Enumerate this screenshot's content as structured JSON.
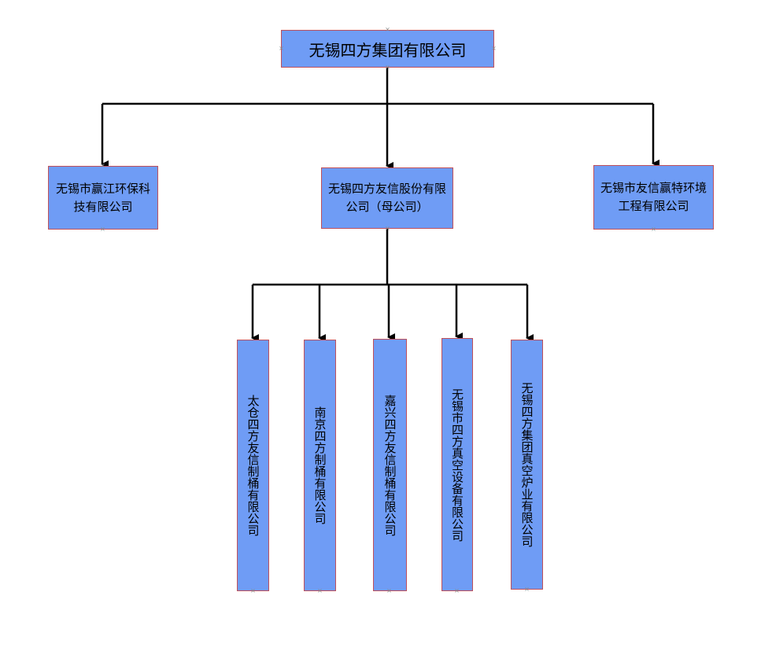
{
  "root": {
    "label": "无锡四方集团有限公司"
  },
  "level2": [
    {
      "label": "无锡市赢江环保科技有限公司"
    },
    {
      "label": "无锡四方友信股份有限公司（母公司）"
    },
    {
      "label": "无锡市友信赢特环境工程有限公司"
    }
  ],
  "level3": [
    {
      "label": "太仓四方友信制桶有限公司"
    },
    {
      "label": "南京四方制桶有限公司"
    },
    {
      "label": "嘉兴四方友信制桶有限公司"
    },
    {
      "label": "无锡市四方真空设备有限公司"
    },
    {
      "label": "无锡四方集团真空炉业有限公司"
    }
  ],
  "colors": {
    "box_fill": "#6f9cf5",
    "box_border": "#c0505a",
    "line": "#000000"
  }
}
